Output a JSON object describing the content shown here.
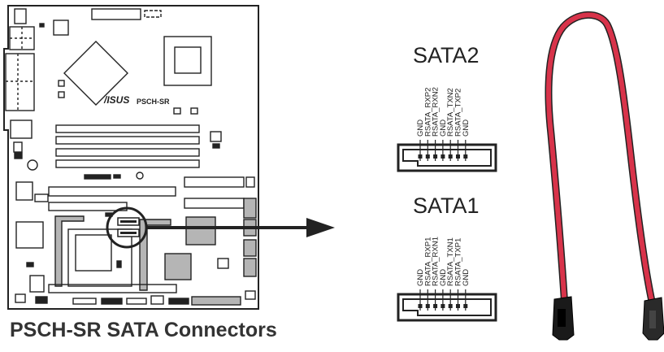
{
  "caption": "PSCH-SR SATA Connectors",
  "board": {
    "model": "PSCH-SR",
    "brand": "/ISUS"
  },
  "connectors": [
    {
      "title": "SATA2",
      "pins": [
        "GND",
        "RSATA_RXP2",
        "RSATA_RXN2",
        "GND",
        "RSATA_TXN2",
        "RSATA_TXP2",
        "GND"
      ]
    },
    {
      "title": "SATA1",
      "pins": [
        "GND",
        "RSATA_RXP1",
        "RSATA_RXN1",
        "GND",
        "RSATA_TXN1",
        "RSATA_TXP1",
        "GND"
      ]
    }
  ],
  "colors": {
    "cable_red": "#d8334a",
    "highlight_gray": "#b5b5b5",
    "outline": "#222222"
  }
}
